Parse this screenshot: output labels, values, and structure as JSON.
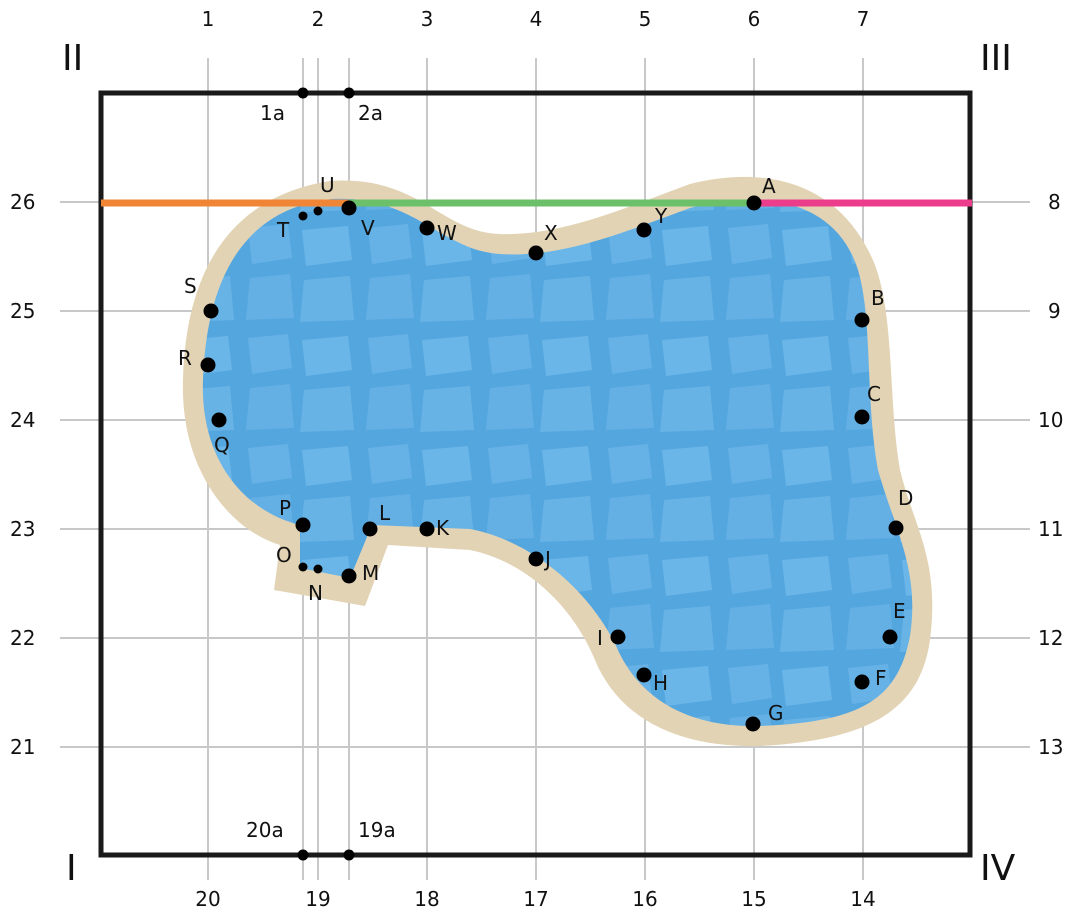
{
  "corners": {
    "bottom_left": "I",
    "top_left": "II",
    "top_right": "III",
    "bottom_right": "IV"
  },
  "top_column_labels": [
    "1",
    "2",
    "3",
    "4",
    "5",
    "6",
    "7"
  ],
  "bottom_column_labels": [
    "20",
    "19",
    "18",
    "17",
    "16",
    "15",
    "14"
  ],
  "left_row_labels": [
    "26",
    "25",
    "24",
    "23",
    "22",
    "21"
  ],
  "right_row_labels": [
    "8",
    "9",
    "10",
    "11",
    "12",
    "13"
  ],
  "edge_marks": {
    "top": [
      "1a",
      "2a"
    ],
    "bottom": [
      "20a",
      "19a"
    ]
  },
  "points": [
    "A",
    "B",
    "C",
    "D",
    "E",
    "F",
    "G",
    "H",
    "I",
    "J",
    "K",
    "L",
    "M",
    "N",
    "O",
    "P",
    "Q",
    "R",
    "S",
    "T",
    "U",
    "V",
    "W",
    "X",
    "Y"
  ],
  "colors": {
    "water": "#5aa8e0",
    "coping": "#e2d3b5",
    "left_line": "#f08535",
    "middle_line": "#6cc06a",
    "right_line": "#ec3c8c",
    "grid": "#c8c8c8",
    "frame": "#1a1a1a"
  }
}
